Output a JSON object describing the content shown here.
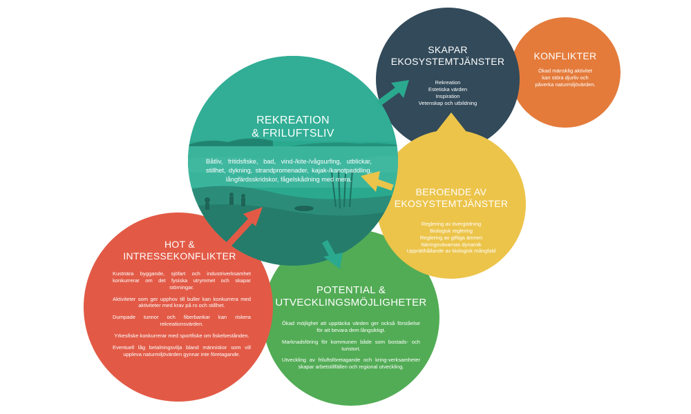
{
  "colors": {
    "rekreation": "#2aa98f",
    "ekosystem": "#324a5a",
    "konflikter": "#e47b3b",
    "beroende": "#ecc44a",
    "potential": "#52ac55",
    "hot": "#e25a46"
  },
  "circles": {
    "rekreation": {
      "title_line1": "REKREATION",
      "title_line2": "& FRILUFTSLIV",
      "body": "Båtliv, fritidsfiske, bad, vind-/kite-/vågsurfing, utblickar, stillhet, dykning, strandpromenader, kajak-/kanotpaddling, långfärdsskridskor, fågelskådning med mera."
    },
    "ekosystem": {
      "title_line1": "SKAPAR",
      "title_line2": "EKOSYSTEMTJÄNSTER",
      "items": [
        "Rekreation",
        "Estetiska värden",
        "Inspiration",
        "Vetenskap och utbildning"
      ]
    },
    "konflikter": {
      "title": "KONFLIKTER",
      "body_line1": "Ökad mänsklig aktivitet",
      "body_line2": "kan störa djurliv och",
      "body_line3": "påverka naturmiljövärden."
    },
    "beroende": {
      "title_line1": "BEROENDE AV",
      "title_line2": "EKOSYSTEMTJÄNSTER",
      "items": [
        "Reglering av övergödning",
        "Biologisk reglering",
        "Reglering av giftiga ämnen",
        "Näringsvävarnas dynamik",
        "Upprätthållande av biologisk mångfald"
      ]
    },
    "potential": {
      "title_line1": "POTENTIAL &",
      "title_line2": "UTVECKLINGSMÖJLIGHETER",
      "paragraphs": [
        "Ökad möjlighet att upptäcka värden ger också förståelse för att bevara dem långsiktigt.",
        "Marknadsföring för kommunen både som bostads- och turistort.",
        "Utveckling av friluftsföretagande och kring-verksamheter skapar arbetstillfällen och regional utveckling."
      ]
    },
    "hot": {
      "title_line1": "HOT &",
      "title_line2": "INTRESSEKONFLIKTER",
      "paragraphs": [
        "Kustnära byggande, sjöfart och industriverksamhet konkurrerar om det fysiska utrymmet och skapar störningar.",
        "Aktiviteter som ger upphov till buller kan konkurrera med aktiviteter med krav på ro och stillhet.",
        "Dumpade tunnor och fiberbankar kan riskera rekreationsvärden.",
        "Yrkesfiske konkurrerar med sportfiske om fiskebestånden.",
        "Eventuell låg betalningsvilja bland människor som vill uppleva naturmiljövärden gynnar inte företagande."
      ]
    }
  }
}
